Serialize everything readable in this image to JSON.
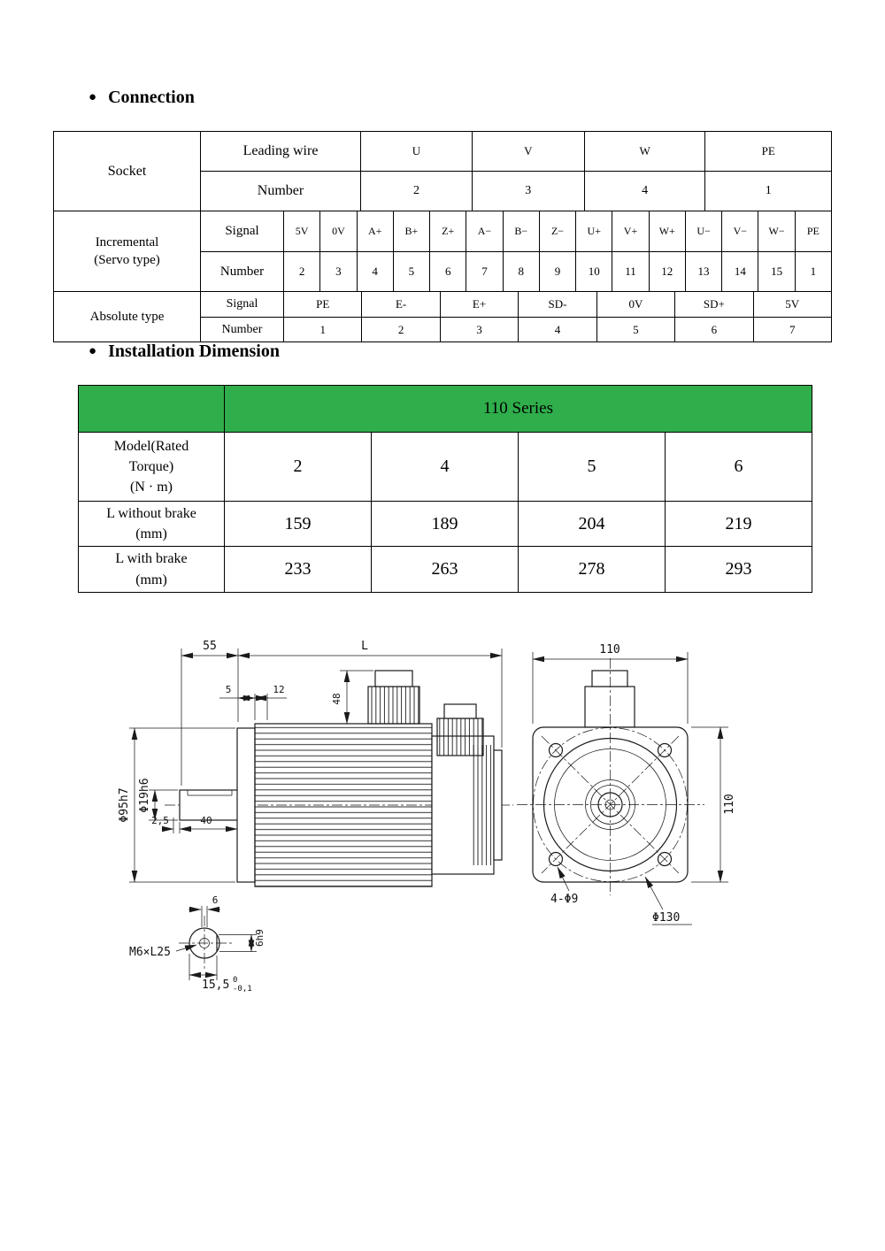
{
  "colors": {
    "green": "#2fae4b"
  },
  "page": {
    "bullet": "●",
    "section1_title": "Connection",
    "section2_title": "Installation Dimension"
  },
  "connection": {
    "socket": {
      "row_label": "Socket",
      "leading_wire_label": "Leading wire",
      "number_label": "Number",
      "wires": [
        "U",
        "V",
        "W",
        "PE"
      ],
      "numbers": [
        "2",
        "3",
        "4",
        "1"
      ]
    },
    "incremental": {
      "row_label_line1": "Incremental",
      "row_label_line2": "(Servo type)",
      "signal_label": "Signal",
      "number_label": "Number",
      "signals": [
        "5V",
        "0V",
        "A+",
        "B+",
        "Z+",
        "A−",
        "B−",
        "Z−",
        "U+",
        "V+",
        "W+",
        "U−",
        "V−",
        "W−",
        "PE"
      ],
      "numbers": [
        "2",
        "3",
        "4",
        "5",
        "6",
        "7",
        "8",
        "9",
        "10",
        "11",
        "12",
        "13",
        "14",
        "15",
        "1"
      ]
    },
    "absolute": {
      "row_label": "Absolute type",
      "signal_label": "Signal",
      "number_label": "Number",
      "signals": [
        "PE",
        "E-",
        "E+",
        "SD-",
        "0V",
        "SD+",
        "5V"
      ],
      "numbers": [
        "1",
        "2",
        "3",
        "4",
        "5",
        "6",
        "7"
      ]
    }
  },
  "installation": {
    "series_header": "110 Series",
    "model_row": {
      "label_line1": "Model(Rated",
      "label_line2": "Torque)",
      "label_line3": "(N · m)",
      "values": [
        "2",
        "4",
        "5",
        "6"
      ]
    },
    "without_brake_row": {
      "label_line1": "L without brake",
      "label_line2": "(mm)",
      "values": [
        "159",
        "189",
        "204",
        "219"
      ]
    },
    "with_brake_row": {
      "label_line1": "L with brake",
      "label_line2": "(mm)",
      "values": [
        "233",
        "263",
        "278",
        "293"
      ]
    }
  },
  "drawing": {
    "side": {
      "dim_55": "55",
      "dim_L": "L",
      "dim_5": "5",
      "dim_12": "12",
      "dim_48": "48",
      "dim_flange_dia": "Φ95h7",
      "dim_shaft_dia": "Φ19h6",
      "dim_2_5": "2,5",
      "dim_40": "40"
    },
    "front": {
      "dim_width": "110",
      "dim_height": "110",
      "dim_holes": "4-Φ9",
      "dim_bolt_circle": "Φ130"
    },
    "shaft_section": {
      "dim_key_width": "6",
      "dim_key_height": "6h9",
      "dim_thread": "M6×L25",
      "dim_flat": "15,5",
      "tol_upper": "0",
      "tol_lower": "-0,1"
    }
  }
}
